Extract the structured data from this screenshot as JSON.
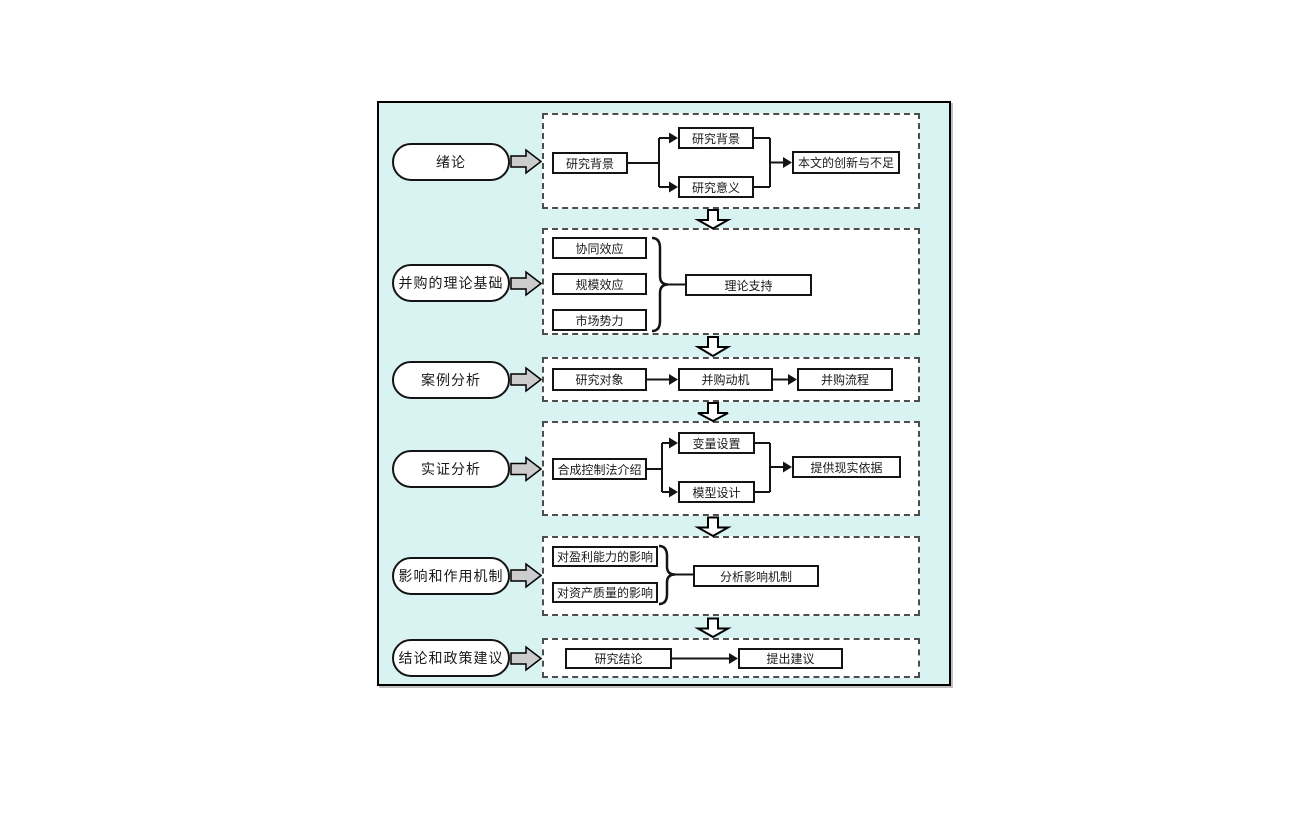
{
  "colors": {
    "panel_bg": "#d8f3f1",
    "panel_border": "#000000",
    "box_bg": "#ffffff",
    "box_border": "#141414",
    "dashed_border": "#4d4d4d",
    "block_arrow_fill": "#cccccc",
    "down_arrow_fill": "#ffffff",
    "text": "#1a1a1a"
  },
  "flow": {
    "stages": [
      "绪论",
      "并购的理论基础",
      "案例分析",
      "实证分析",
      "影响和作用机制",
      "结论和政策建议"
    ],
    "sections": {
      "s1": {
        "source": "研究背景",
        "top": "研究背景",
        "bottom": "研究意义",
        "result": "本文的创新与不足"
      },
      "s2": {
        "items": [
          "协同效应",
          "规模效应",
          "市场势力"
        ],
        "result": "理论支持"
      },
      "s3": {
        "items": [
          "研究对象",
          "并购动机",
          "并购流程"
        ]
      },
      "s4": {
        "source": "合成控制法介绍",
        "top": "变量设置",
        "bottom": "模型设计",
        "result": "提供现实依据"
      },
      "s5": {
        "items": [
          "对盈利能力的影响",
          "对资产质量的影响"
        ],
        "result": "分析影响机制"
      },
      "s6": {
        "items": [
          "研究结论",
          "提出建议"
        ]
      }
    }
  }
}
